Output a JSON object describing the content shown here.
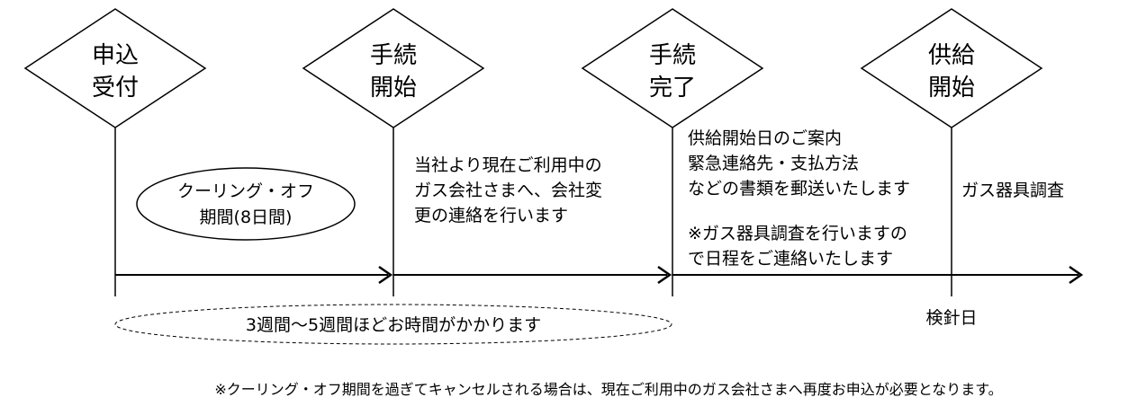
{
  "milestones": [
    {
      "line1": "申込",
      "line2": "受付"
    },
    {
      "line1": "手続",
      "line2": "開始"
    },
    {
      "line1": "手続",
      "line2": "完了"
    },
    {
      "line1": "供給",
      "line2": "開始"
    }
  ],
  "cooling_off": {
    "line1": "クーリング・オフ",
    "line2": "期間(8日間)"
  },
  "notice_change": {
    "line1": "当社より現在ご利用中の",
    "line2": "ガス会社さまへ、会社変",
    "line3": "更の連絡を行います"
  },
  "notice_docs": {
    "line1": "供給開始日のご案内",
    "line2": "緊急連絡先・支払方法",
    "line3": "などの書類を郵送いたします",
    "line4": "※ガス器具調査を行いますの",
    "line5": "で日程をご連絡いたします"
  },
  "inspection_label": "ガス器具調査",
  "meter_reading_label": "検針日",
  "duration_label": "3週間〜5週間ほどお時間がかかります",
  "footnote": "※クーリング・オフ期間を過ぎてキャンセルされる場合は、現在ご利用中のガス会社さまへ再度お申込が必要となります。"
}
